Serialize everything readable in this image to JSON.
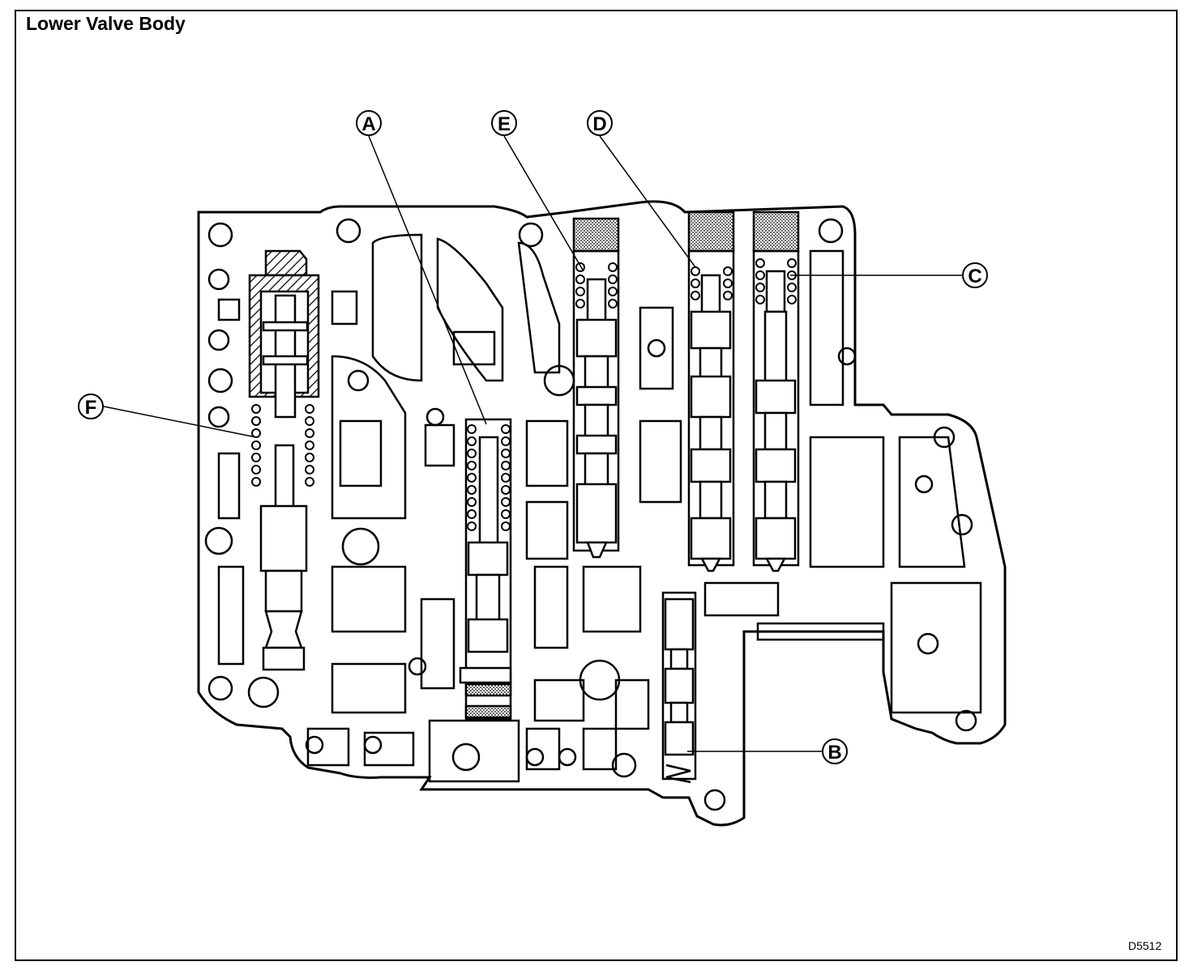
{
  "title": "Lower Valve Body",
  "figure_id": "D5512",
  "callouts": [
    {
      "id": "A",
      "label": "A"
    },
    {
      "id": "E",
      "label": "E"
    },
    {
      "id": "D",
      "label": "D"
    },
    {
      "id": "C",
      "label": "C"
    },
    {
      "id": "F",
      "label": "F"
    },
    {
      "id": "B",
      "label": "B"
    }
  ]
}
